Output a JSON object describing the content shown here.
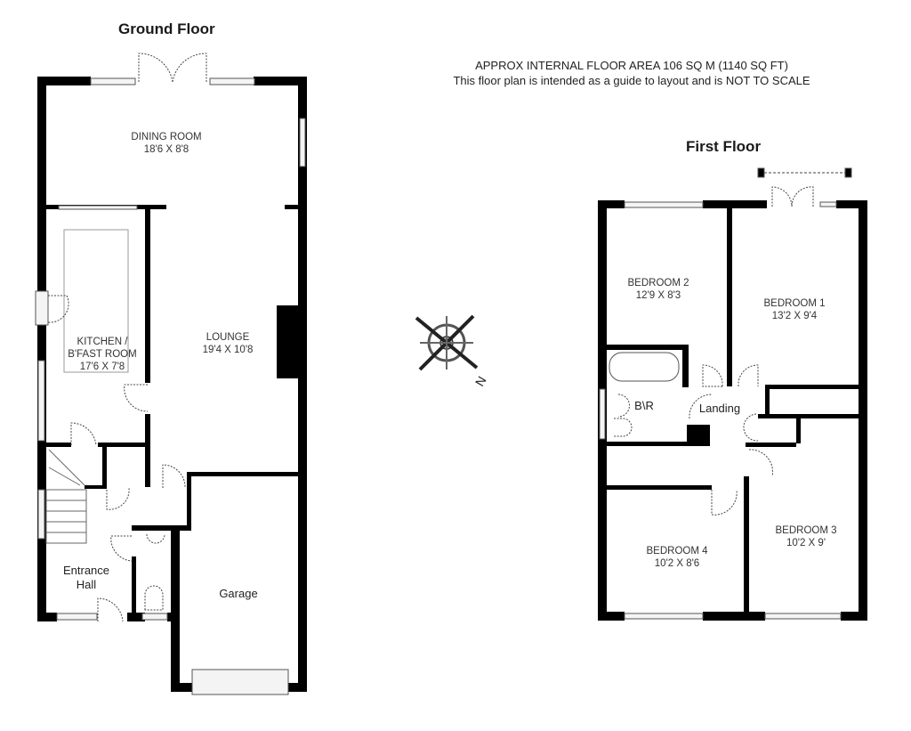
{
  "header": {
    "ground_floor_title": "Ground Floor",
    "first_floor_title": "First Floor",
    "notice_line1": "APPROX INTERNAL FLOOR AREA 106 SQ M (1140 SQ FT)",
    "notice_line2": "This floor plan is intended as a guide to layout and is NOT TO SCALE"
  },
  "colors": {
    "wall": "#000000",
    "background": "#ffffff",
    "window_fill": "#f4f4f4",
    "window_stroke": "#555555",
    "text": "#222222"
  },
  "ground_floor": {
    "rooms": [
      {
        "name": "DINING ROOM",
        "size": "18'6 X 8'8"
      },
      {
        "name": "KITCHEN /",
        "name2": "B'FAST ROOM",
        "size": "17'6 X 7'8"
      },
      {
        "name": "LOUNGE",
        "size": "19'4 X 10'8"
      },
      {
        "name": "Entrance",
        "name2": "Hall"
      },
      {
        "name": "Garage"
      }
    ]
  },
  "first_floor": {
    "rooms": [
      {
        "name": "BEDROOM 2",
        "size": "12'9 X 8'3"
      },
      {
        "name": "BEDROOM 1",
        "size": "13'2 X 9'4"
      },
      {
        "name": "B\\R"
      },
      {
        "name": "Landing"
      },
      {
        "name": "BEDROOM 4",
        "size": "10'2 X 8'6"
      },
      {
        "name": "BEDROOM 3",
        "size": "10'2 X 9'"
      }
    ]
  },
  "compass": {
    "icon": "compass-rose-icon",
    "north_label": "N"
  }
}
